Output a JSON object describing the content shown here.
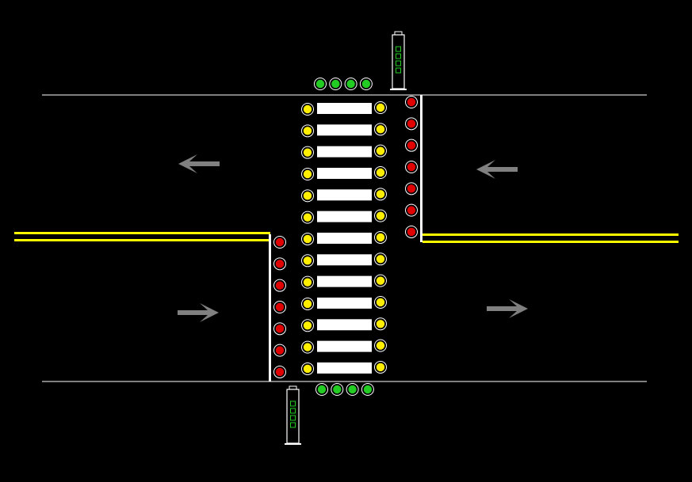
{
  "diagram": {
    "description_visible_text": "",
    "colors": {
      "background": "#000000",
      "road_edge": "#ffffff",
      "center_line": "#ffff00",
      "stop_line": "#ffffff",
      "crosswalk_stripe": "#ffffff",
      "light_yellow": "#ffee00",
      "light_red": "#e00000",
      "light_green": "#22cc22",
      "arrow": "#808080",
      "signal_glyph": "#22cc22"
    },
    "crosswalk": {
      "stripe_count": 13
    },
    "left_yellow_lights": {
      "count": 13,
      "state": "yellow"
    },
    "right_yellow_lights": {
      "count": 13,
      "state": "yellow"
    },
    "top_right_red_lights": {
      "count": 7,
      "state": "red"
    },
    "bottom_left_red_lights": {
      "count": 7,
      "state": "red"
    },
    "top_green_lights": {
      "count": 4,
      "state": "green"
    },
    "bottom_green_lights": {
      "count": 4,
      "state": "green"
    },
    "traffic_arrows": [
      {
        "id": "upper-left",
        "direction": "left"
      },
      {
        "id": "upper-right",
        "direction": "left"
      },
      {
        "id": "lower-left",
        "direction": "right"
      },
      {
        "id": "lower-right",
        "direction": "right"
      }
    ],
    "signal_posts": [
      {
        "id": "top",
        "icon": "pedestrian-signal-icon"
      },
      {
        "id": "bottom",
        "icon": "pedestrian-signal-icon"
      }
    ]
  }
}
